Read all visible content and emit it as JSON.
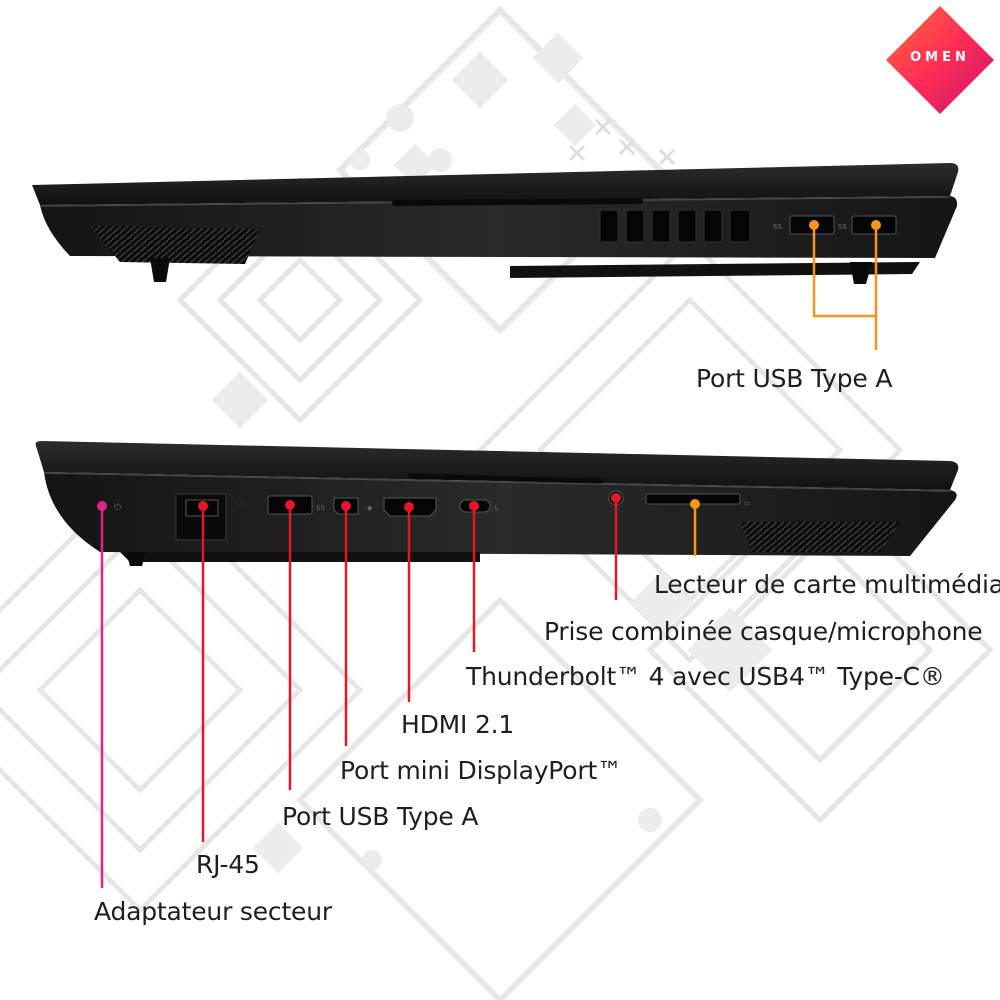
{
  "brand": {
    "logo_text": "OMEN",
    "logo_colors": [
      "#ff3c4c",
      "#e0245e",
      "#ff6a3d"
    ]
  },
  "colors": {
    "usb_callout": "#f7941d",
    "red_callout": "#e3172b",
    "pink_callout": "#e0248a",
    "laptop_body": "#1c1c1c",
    "pattern": "#e8e8e8"
  },
  "right_side": {
    "callouts": [
      {
        "id": "usb-a-right",
        "label": "Port USB Type A",
        "color": "#f7941d"
      }
    ]
  },
  "left_side": {
    "callouts": [
      {
        "id": "card-reader",
        "label": "Lecteur de carte multimédia",
        "color": "#f7941d"
      },
      {
        "id": "combo-jack",
        "label": "Prise combinée casque/microphone",
        "color": "#e3172b"
      },
      {
        "id": "thunderbolt",
        "label": "Thunderbolt™ 4 avec USB4™ Type-C®",
        "color": "#e3172b"
      },
      {
        "id": "hdmi",
        "label": "HDMI 2.1",
        "color": "#e3172b"
      },
      {
        "id": "mini-dp",
        "label": "Port mini DisplayPort™",
        "color": "#e3172b"
      },
      {
        "id": "usb-a-left",
        "label": "Port USB Type A",
        "color": "#e3172b"
      },
      {
        "id": "rj45",
        "label": "RJ-45",
        "color": "#e3172b"
      },
      {
        "id": "power",
        "label": "Adaptateur secteur",
        "color": "#e0248a"
      }
    ]
  }
}
